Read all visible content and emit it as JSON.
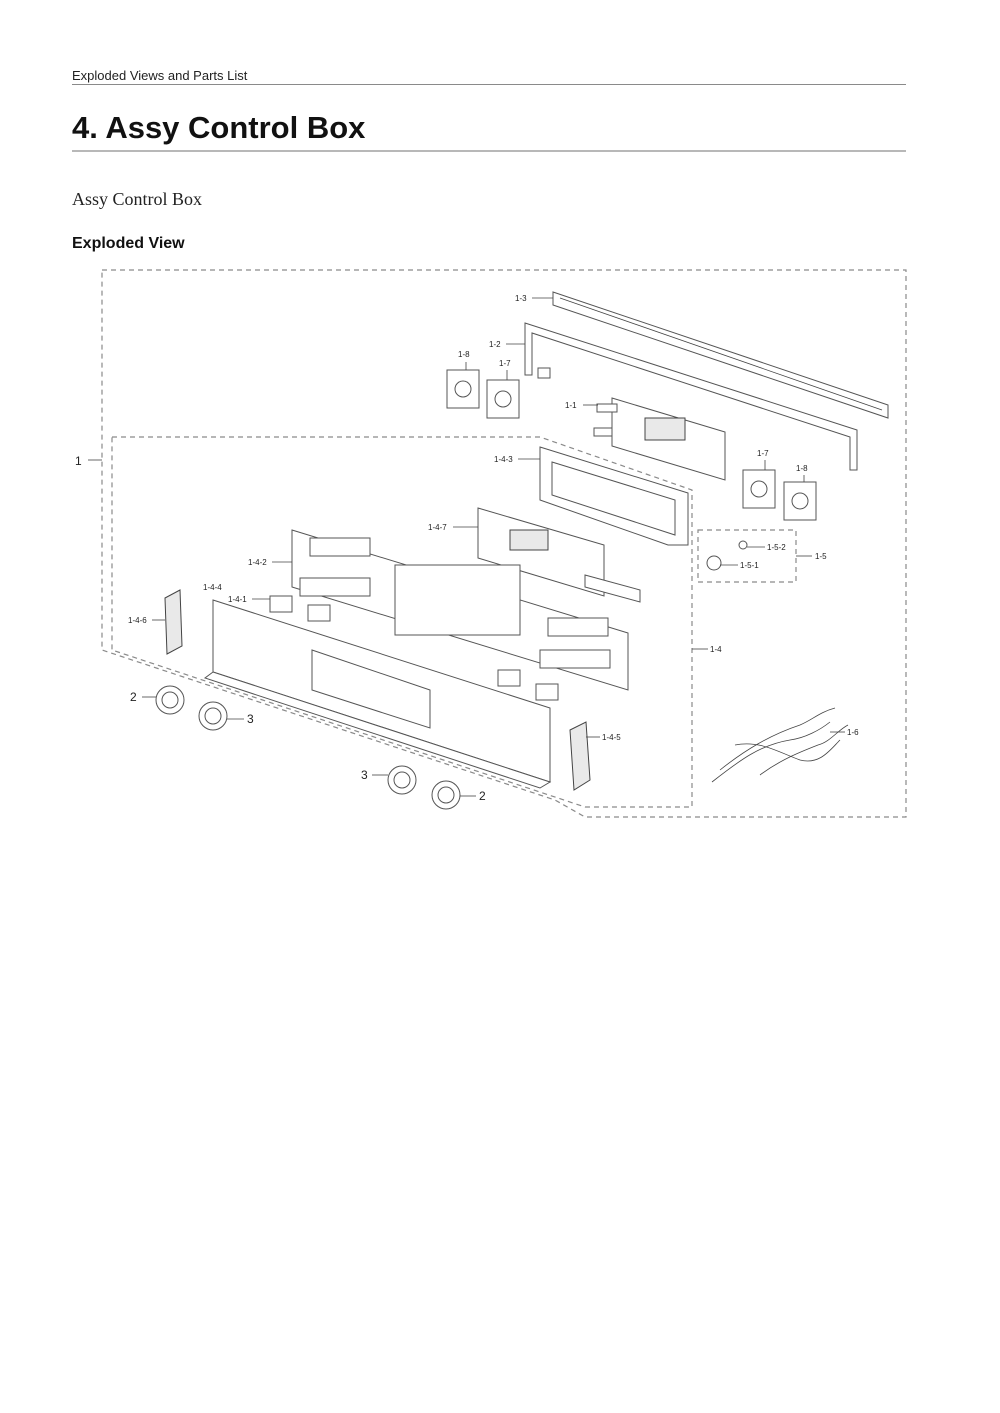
{
  "header": {
    "running_head": "Exploded Views and Parts List"
  },
  "title": "4.  Assy Control Box",
  "subtitle": "Assy Control Box",
  "section": "Exploded View",
  "callouts": {
    "c1": "1",
    "c1_1": "1-1",
    "c1_2": "1-2",
    "c1_3": "1-3",
    "c1_4": "1-4",
    "c1_4_1": "1-4-1",
    "c1_4_2": "1-4-2",
    "c1_4_3": "1-4-3",
    "c1_4_4": "1-4-4",
    "c1_4_5": "1-4-5",
    "c1_4_6": "1-4-6",
    "c1_4_7": "1-4-7",
    "c1_5": "1-5",
    "c1_5_1": "1-5-1",
    "c1_5_2": "1-5-2",
    "c1_6": "1-6",
    "c1_7a": "1-7",
    "c1_7b": "1-7",
    "c1_8a": "1-8",
    "c1_8b": "1-8",
    "c2a": "2",
    "c2b": "2",
    "c3a": "3",
    "c3b": "3"
  }
}
